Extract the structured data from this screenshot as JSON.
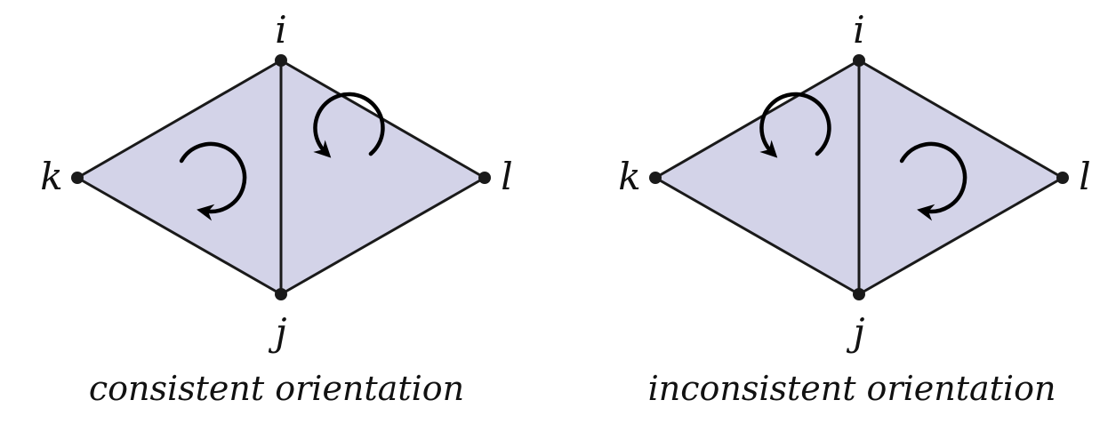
{
  "colors": {
    "face_fill": "#d3d3e8",
    "edge": "#1a1a1a"
  },
  "diagrams": [
    {
      "caption": "consistent orientation",
      "vertex_labels": {
        "i": "i",
        "j": "j",
        "k": "k",
        "l": "l"
      },
      "left_face_rotation": "clockwise",
      "right_face_rotation": "counterclockwise"
    },
    {
      "caption": "inconsistent orientation",
      "vertex_labels": {
        "i": "i",
        "j": "j",
        "k": "k",
        "l": "l"
      },
      "left_face_rotation": "counterclockwise",
      "right_face_rotation": "clockwise"
    }
  ]
}
